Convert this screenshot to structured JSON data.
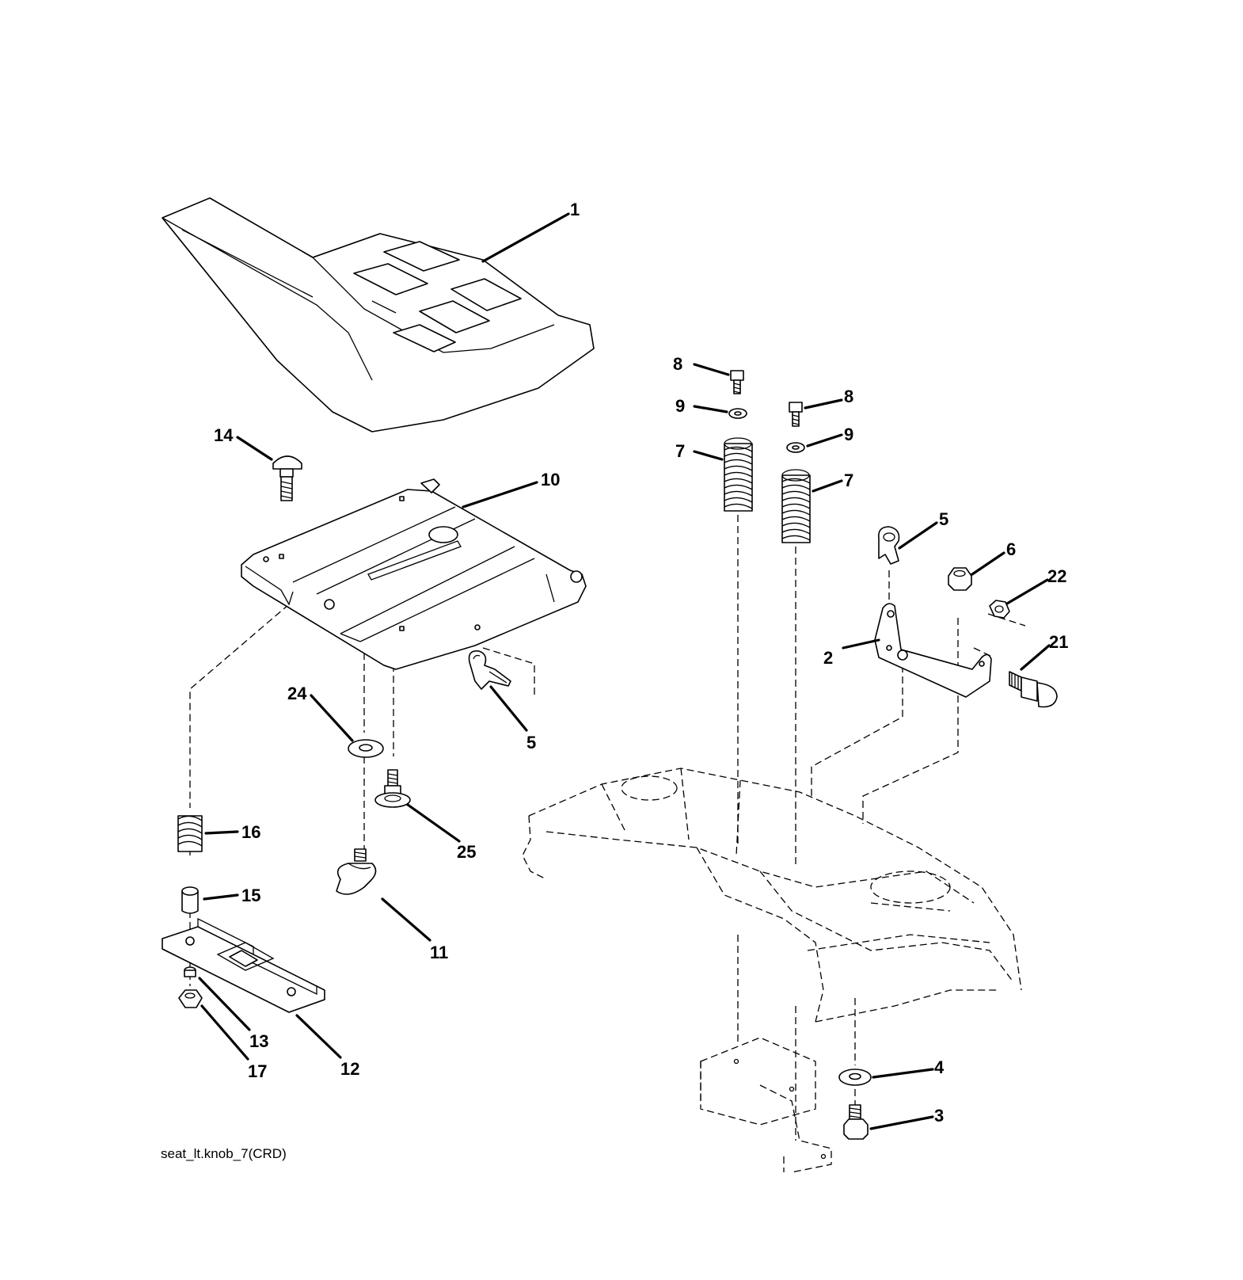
{
  "diagram": {
    "caption": "seat_lt.knob_7(CRD)",
    "callouts": [
      "1",
      "14",
      "10",
      "24",
      "5",
      "25",
      "16",
      "15",
      "11",
      "13",
      "17",
      "12",
      "8",
      "9",
      "7",
      "8",
      "9",
      "7",
      "5",
      "6",
      "22",
      "2",
      "21",
      "4",
      "3"
    ],
    "colors": {
      "ink": "#000000",
      "paper": "#ffffff"
    }
  }
}
